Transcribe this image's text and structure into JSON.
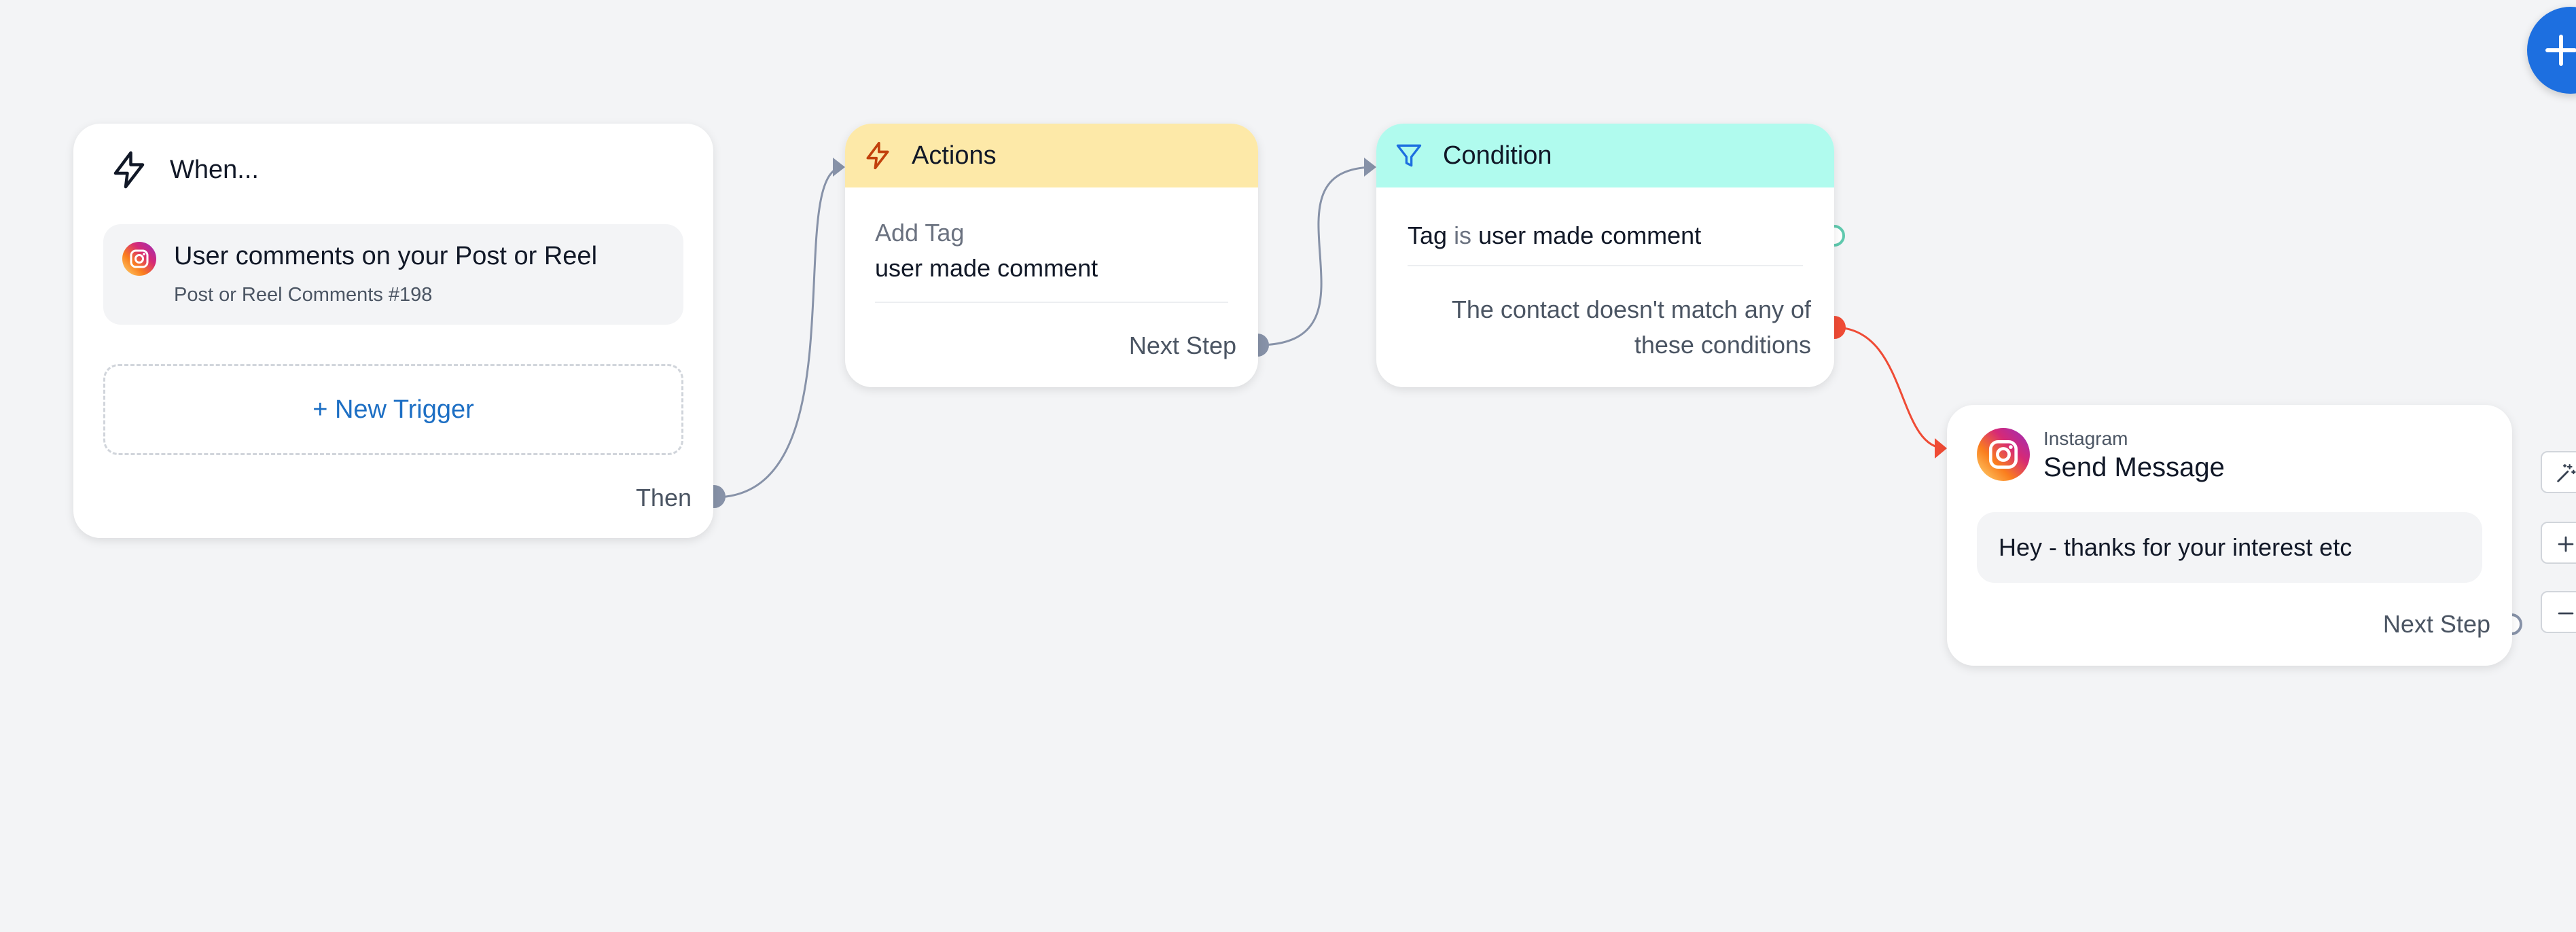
{
  "trigger": {
    "title": "When...",
    "item": {
      "title": "User comments on your Post or Reel",
      "subtitle": "Post or Reel Comments #198",
      "icon": "instagram-icon"
    },
    "new_trigger_label": "+ New Trigger",
    "then_label": "Then"
  },
  "actions": {
    "title": "Actions",
    "label": "Add Tag",
    "value": "user made comment",
    "next_step_label": "Next Step"
  },
  "condition": {
    "title": "Condition",
    "rule": {
      "field": "Tag",
      "operator": "is",
      "value": "user made comment"
    },
    "else_label": "The contact doesn't match any of these conditions"
  },
  "send_message": {
    "platform": "Instagram",
    "title": "Send Message",
    "message": "Hey - thanks for your interest etc",
    "next_step_label": "Next Step",
    "icon": "instagram-icon"
  },
  "colors": {
    "canvas_bg": "#f3f4f6",
    "actions_header": "#fde9a8",
    "condition_header": "#b0fbee",
    "link_blue": "#1d6fc4",
    "connector_gray": "#8792a8",
    "connector_red": "#ef4b35",
    "condition_match_green": "#5fc9ae",
    "fab_blue": "#1d6fe0"
  },
  "toolbar": {
    "add_icon": "plus-icon",
    "magic_icon": "magic-wand-icon",
    "zoom_in_icon": "plus-icon",
    "zoom_out_icon": "minus-icon"
  }
}
